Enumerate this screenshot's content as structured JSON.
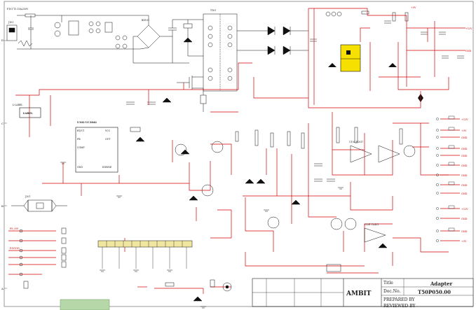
{
  "frame": {
    "top_cols": [
      "",
      "",
      "",
      "",
      "",
      "",
      ""
    ],
    "row_marks": [
      "D",
      "C",
      "B",
      "A"
    ]
  },
  "title_block": {
    "company": "AMBIT",
    "title_label": "Title",
    "title_value": "Adapter",
    "doc_label": "Doc.No.",
    "doc_value": "T50P050.00",
    "prepared_by": "PREPARED BY",
    "reviewed_by": "REVIEWED BY"
  },
  "labels": {
    "label_box": "LABEL",
    "label_text": "L-LABEL",
    "ic_main": "U102 UC3842",
    "ic_main_pins": [
      "RT/CT",
      "FB",
      "COMP",
      "VCC",
      "OUT",
      "GND",
      "ISENSE"
    ],
    "connector_top": "J101",
    "connector_bottom": "J201",
    "net_vout": "+12V",
    "net_5v": "+5V",
    "net_gnd": "GND",
    "net_ps_on": "PS_ON",
    "net_pgood": "P.GOOD",
    "fuse": "F101 T3.15A/250V",
    "bridge": "BD101",
    "xfmr": "T101",
    "opto": "U103 PC817",
    "tl431": "U201 TL431"
  },
  "right_nets": [
    "+12V",
    "+5V",
    "GND",
    "GND",
    "GND",
    "GND",
    "GND",
    "GND",
    "GND",
    "+12V",
    "GND",
    "GND",
    "+5V"
  ]
}
